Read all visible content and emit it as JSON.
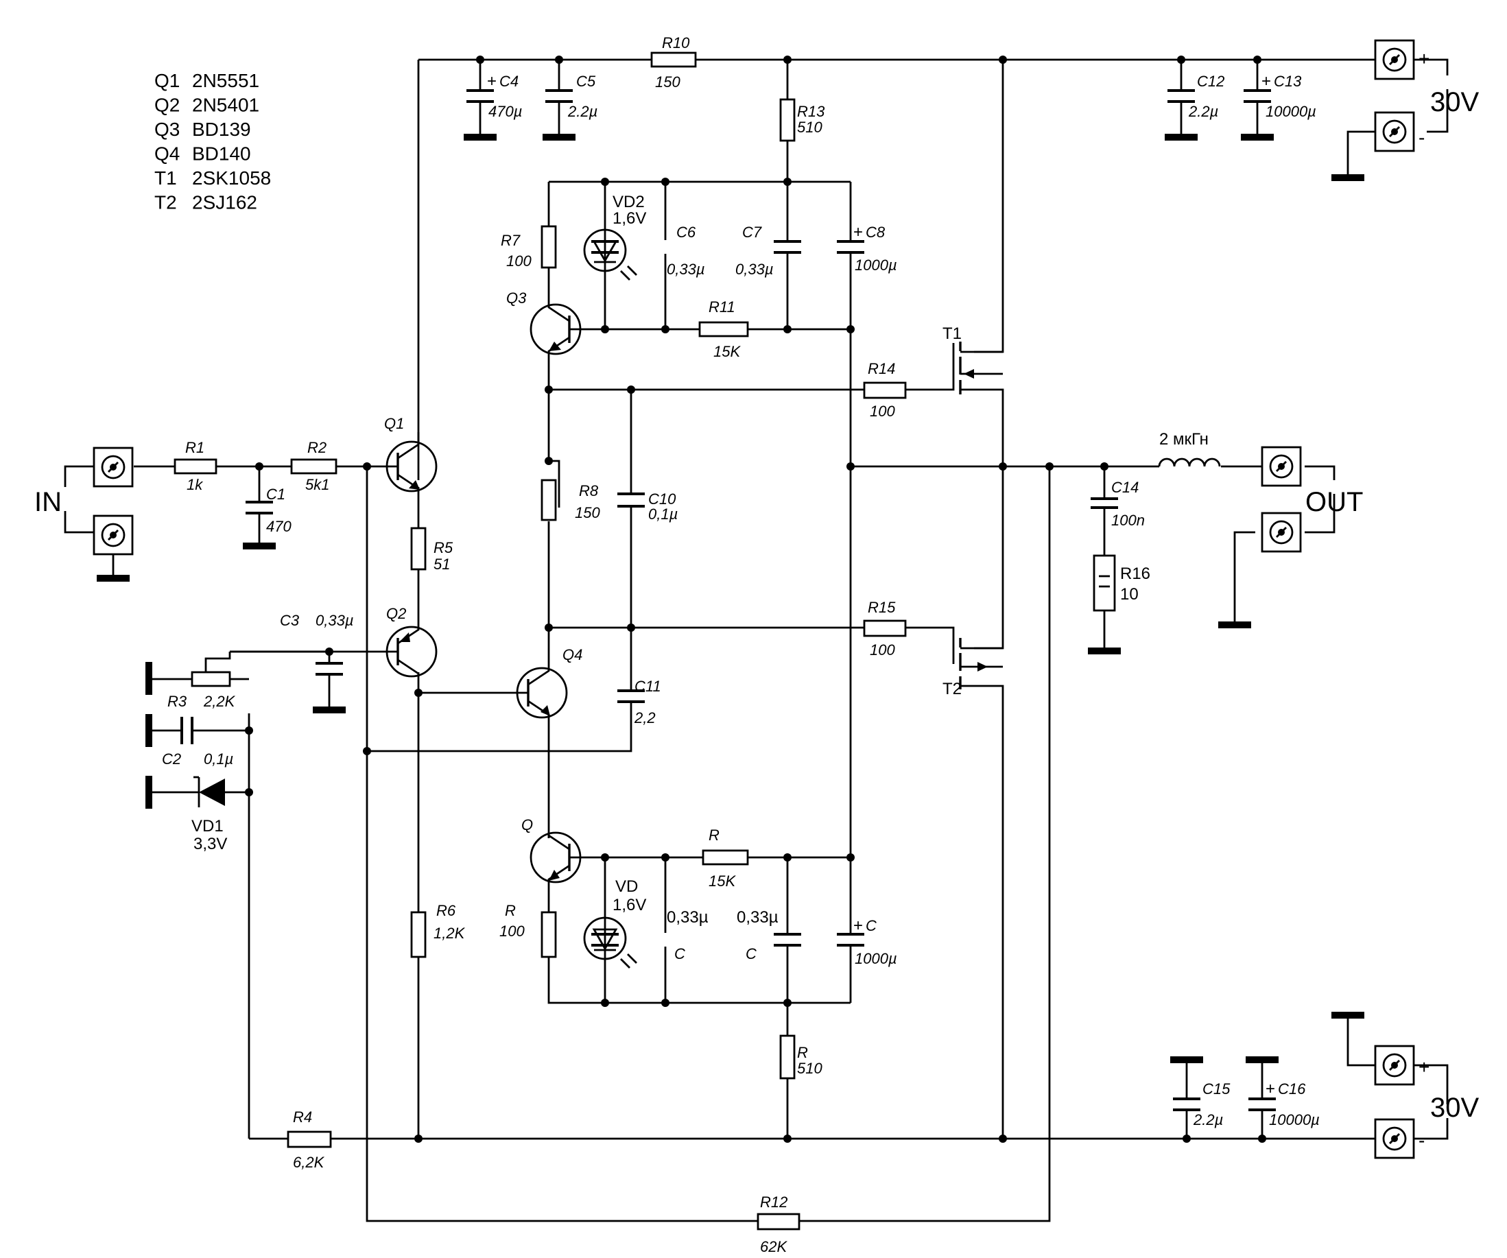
{
  "parts_list": [
    {
      "ref": "Q1",
      "type": "2N5551"
    },
    {
      "ref": "Q2",
      "type": "2N5401"
    },
    {
      "ref": "Q3",
      "type": "BD139"
    },
    {
      "ref": "Q4",
      "type": "BD140"
    },
    {
      "ref": "T1",
      "type": "2SK1058"
    },
    {
      "ref": "T2",
      "type": "2SJ162"
    }
  ],
  "connectors": {
    "in": "IN",
    "out": "OUT",
    "supply_top": "30V",
    "supply_bottom": "30V",
    "plus": "+",
    "minus": "-"
  },
  "labels": [
    {
      "id": "r10",
      "name": "R10",
      "value": "150"
    },
    {
      "id": "c4",
      "name": "C4",
      "value": "470µ",
      "pol": "+"
    },
    {
      "id": "c5",
      "name": "C5",
      "value": "2.2µ"
    },
    {
      "id": "r13",
      "name": "R13",
      "value": "510"
    },
    {
      "id": "c12",
      "name": "C12",
      "value": "2.2µ"
    },
    {
      "id": "c13",
      "name": "C13",
      "value": "10000µ",
      "pol": "+"
    },
    {
      "id": "r7",
      "name": "R7",
      "value": "100"
    },
    {
      "id": "vd2",
      "name": "VD2",
      "value": "1,6V"
    },
    {
      "id": "c6",
      "name": "C6",
      "value": "0,33µ"
    },
    {
      "id": "c7",
      "name": "C7",
      "value": "0,33µ"
    },
    {
      "id": "c8",
      "name": "C8",
      "value": "1000µ",
      "pol": "+"
    },
    {
      "id": "q3",
      "name": "Q3",
      "value": ""
    },
    {
      "id": "r11",
      "name": "R11",
      "value": "15K"
    },
    {
      "id": "t1",
      "name": "T1",
      "value": ""
    },
    {
      "id": "r14",
      "name": "R14",
      "value": "100"
    },
    {
      "id": "q1",
      "name": "Q1",
      "value": ""
    },
    {
      "id": "r1",
      "name": "R1",
      "value": "1k"
    },
    {
      "id": "r2",
      "name": "R2",
      "value": "5k1"
    },
    {
      "id": "c1",
      "name": "C1",
      "value": "470"
    },
    {
      "id": "r8",
      "name": "R8",
      "value": "150"
    },
    {
      "id": "c10",
      "name": "C10",
      "value": "0,1µ"
    },
    {
      "id": "l1",
      "name": "2 мкГн",
      "value": ""
    },
    {
      "id": "c14",
      "name": "C14",
      "value": "100n"
    },
    {
      "id": "r16",
      "name": "R16",
      "value": "10"
    },
    {
      "id": "r5",
      "name": "R5",
      "value": "51"
    },
    {
      "id": "c3",
      "name": "C3",
      "value": "0,33µ"
    },
    {
      "id": "q2",
      "name": "Q2",
      "value": ""
    },
    {
      "id": "r15",
      "name": "R15",
      "value": "100"
    },
    {
      "id": "q4",
      "name": "Q4",
      "value": ""
    },
    {
      "id": "t2",
      "name": "T2",
      "value": ""
    },
    {
      "id": "r3",
      "name": "R3",
      "value": "2,2K"
    },
    {
      "id": "c11",
      "name": "C11",
      "value": "2,2"
    },
    {
      "id": "c2",
      "name": "C2",
      "value": "0,1µ"
    },
    {
      "id": "vd1",
      "name": "VD1",
      "value": "3,3V"
    },
    {
      "id": "q5",
      "name": "Q",
      "value": ""
    },
    {
      "id": "r_b",
      "name": "R",
      "value": "15K"
    },
    {
      "id": "r6",
      "name": "R6",
      "value": "1,2K"
    },
    {
      "id": "r_c",
      "name": "R",
      "value": "100"
    },
    {
      "id": "vd3",
      "name": "VD",
      "value": "1,6V"
    },
    {
      "id": "c_d",
      "name": "0,33µ",
      "value": "C"
    },
    {
      "id": "c_e",
      "name": "0,33µ",
      "value": "C"
    },
    {
      "id": "c_f",
      "name": "C",
      "value": "1000µ",
      "pol": "+"
    },
    {
      "id": "r_g",
      "name": "R",
      "value": "510"
    },
    {
      "id": "c15",
      "name": "C15",
      "value": "2.2µ"
    },
    {
      "id": "c16",
      "name": "C16",
      "value": "10000µ",
      "pol": "+"
    },
    {
      "id": "r4",
      "name": "R4",
      "value": "6,2K"
    },
    {
      "id": "r12",
      "name": "R12",
      "value": "62K"
    }
  ]
}
